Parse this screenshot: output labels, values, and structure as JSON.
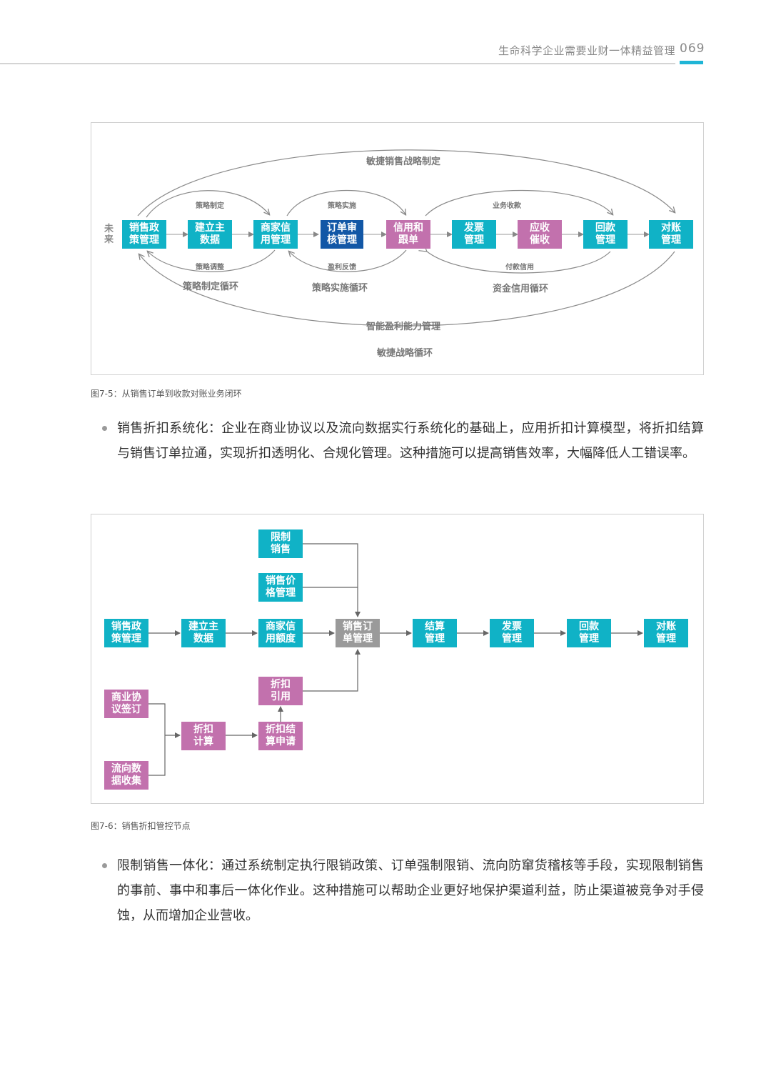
{
  "header": {
    "title": "生命科学企业需要业财一体精益管理",
    "page_number": "069"
  },
  "figure1": {
    "side_label": "未\n来",
    "nodes": [
      "销售政\n策管理",
      "建立主\n数据",
      "商家信\n用管理",
      "订单审\n核管理",
      "信用和\n跟单",
      "发票\n管理",
      "应收\n催收",
      "回款\n管理",
      "对账\n管理"
    ],
    "top_arc_label": "敏捷销售战略制定",
    "small_labels": [
      "策略制定",
      "策略实施",
      "业务收款",
      "策略调整",
      "盈利反馈",
      "付款信用"
    ],
    "loop_labels": [
      "策略制定循环",
      "策略实施循环",
      "资金信用循环"
    ],
    "bottom_arc_label": "智能盈利能力管理",
    "bottom_caption": "敏捷战略循环",
    "caption": "图7-5：从销售订单到收款对账业务闭环"
  },
  "para1": {
    "text": "销售折扣系统化：企业在商业协议以及流向数据实行系统化的基础上，应用折扣计算模型，将折扣结算与销售订单拉通，实现折扣透明化、合规化管理。这种措施可以提高销售效率，大幅降低人工错误率。"
  },
  "figure2": {
    "nodes": {
      "limit_sales": "限制\n销售",
      "sales_price": "销售价\n格管理",
      "policy": "销售政\n策管理",
      "master_data": "建立主\n数据",
      "credit_limit": "商家信\n用额度",
      "order": "销售订\n单管理",
      "settlement": "结算\n管理",
      "invoice": "发票\n管理",
      "collection": "回款\n管理",
      "reconcile": "对账\n管理",
      "discount_ref": "折扣\n引用",
      "agreement": "商业协\n议签订",
      "discount_calc": "折扣\n计算",
      "discount_apply": "折扣结\n算申请",
      "flow_data": "流向数\n据收集"
    },
    "caption": "图7-6：销售折扣管控节点"
  },
  "para2": {
    "text": "限制销售一体化：通过系统制定执行限销政策、订单强制限销、流向防窜货稽核等手段，实现限制销售的事前、事中和事后一体化作业。这种措施可以帮助企业更好地保护渠道利益，防止渠道被竞争对手侵蚀，从而增加企业营收。"
  },
  "colors": {
    "teal": "#10b2c6",
    "navy": "#1257a6",
    "pink": "#c271ad",
    "gray": "#9a9a9a",
    "accent": "#1fb5d6"
  }
}
